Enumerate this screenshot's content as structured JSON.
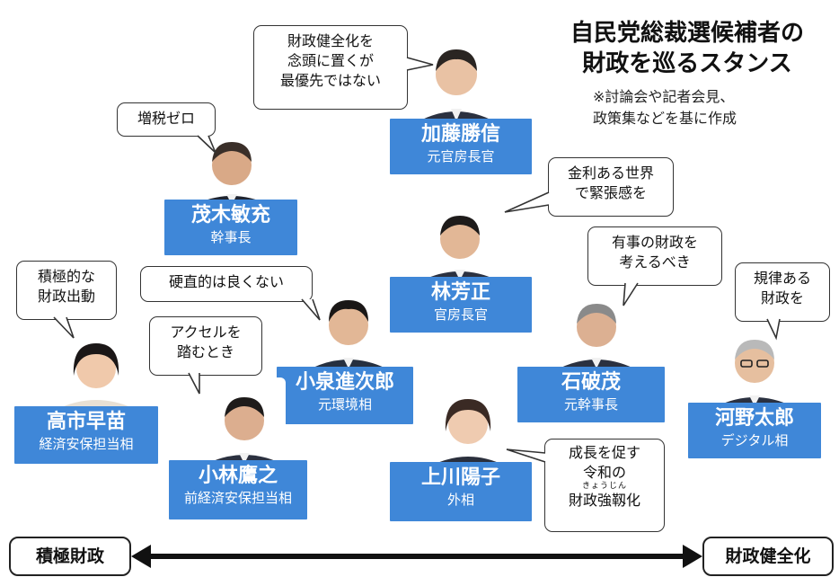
{
  "title": {
    "line1": "自民党総裁選候補者の",
    "line2": "財政を巡るスタンス"
  },
  "note": {
    "line1": "※討論会や記者会見、",
    "line2": "政策集などを基に作成"
  },
  "axis": {
    "left_label": "積極財政",
    "right_label": "財政健全化"
  },
  "candidates": [
    {
      "name": "加藤勝信",
      "title": "元官房長官",
      "bubble": [
        "財政健全化を",
        "念頭に置くが",
        "最優先ではない"
      ]
    },
    {
      "name": "茂木敏充",
      "title": "幹事長",
      "bubble": [
        "増税ゼロ"
      ]
    },
    {
      "name": "林芳正",
      "title": "官房長官",
      "bubble": [
        "金利ある世界",
        "で緊張感を"
      ]
    },
    {
      "name": "石破茂",
      "title": "元幹事長",
      "bubble": [
        "有事の財政を",
        "考えるべき"
      ]
    },
    {
      "name": "河野太郎",
      "title": "デジタル相",
      "bubble": [
        "規律ある",
        "財政を"
      ]
    },
    {
      "name": "高市早苗",
      "title": "経済安保担当相",
      "bubble": [
        "積極的な",
        "財政出動"
      ]
    },
    {
      "name": "小泉進次郎",
      "title": "元環境相",
      "bubble": [
        "硬直的は良くない"
      ]
    },
    {
      "name": "小林鷹之",
      "title": "前経済安保担当相",
      "bubble": [
        "アクセルを",
        "踏むとき"
      ]
    },
    {
      "name": "上川陽子",
      "title": "外相",
      "bubble": [
        "成長を促す",
        "令和の",
        "財政強靱化"
      ],
      "ruby": "きょうじん"
    }
  ]
}
